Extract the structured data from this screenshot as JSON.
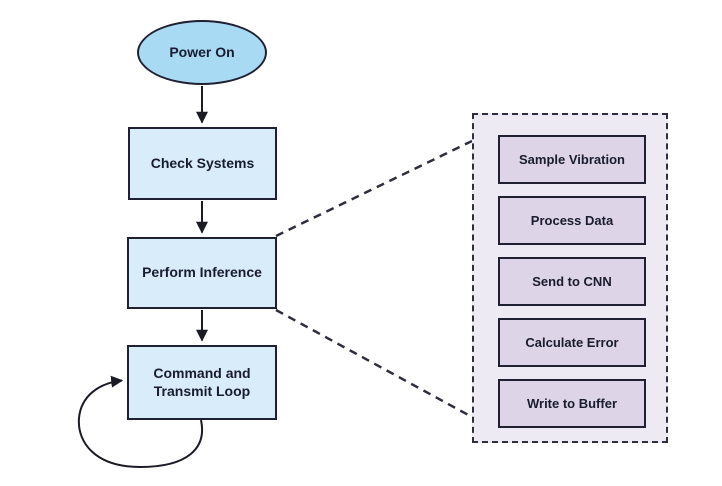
{
  "flowchart": {
    "nodes": [
      {
        "id": "power-on",
        "shape": "ellipse",
        "label": "Power On"
      },
      {
        "id": "check-systems",
        "shape": "rect",
        "label": "Check Systems"
      },
      {
        "id": "perform-inference",
        "shape": "rect",
        "label": "Perform Inference"
      },
      {
        "id": "command-transmit-loop",
        "shape": "rect",
        "label": "Command and Transmit Loop"
      }
    ],
    "edges": [
      {
        "from": "power-on",
        "to": "check-systems",
        "style": "solid-arrow"
      },
      {
        "from": "check-systems",
        "to": "perform-inference",
        "style": "solid-arrow"
      },
      {
        "from": "perform-inference",
        "to": "command-transmit-loop",
        "style": "solid-arrow"
      },
      {
        "from": "command-transmit-loop",
        "to": "command-transmit-loop",
        "style": "self-loop-arrow"
      },
      {
        "from": "perform-inference",
        "to": "detail-panel",
        "style": "dashed-expansion"
      }
    ],
    "detail_panel": {
      "items": [
        {
          "label": "Sample Vibration"
        },
        {
          "label": "Process Data"
        },
        {
          "label": "Send to CNN"
        },
        {
          "label": "Calculate Error"
        },
        {
          "label": "Write to Buffer"
        }
      ]
    },
    "colors": {
      "ellipse_fill": "#a8daf4",
      "rect_fill": "#d9ecfa",
      "panel_fill": "#edeaf4",
      "panel_item_fill": "#ddd4e7",
      "node_border": "#1f2133",
      "panel_border": "#2e2e40",
      "arrow": "#1b1b26",
      "text": "#181c2e",
      "background": "#ffffff"
    }
  }
}
